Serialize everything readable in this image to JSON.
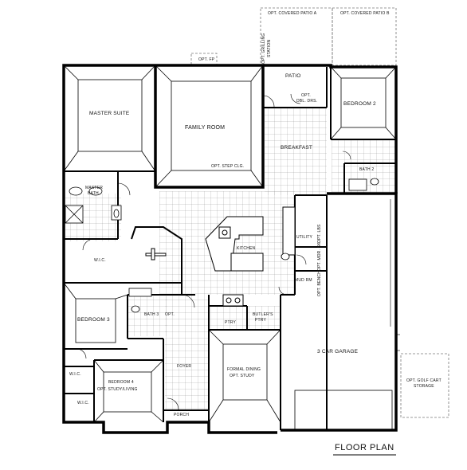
{
  "title": "FLOOR PLAN",
  "rooms": {
    "master_suite": "MASTER SUITE",
    "family_room": "FAMILY ROOM",
    "patio": "PATIO",
    "bedroom2": "BEDROOM 2",
    "breakfast": "BREAKFAST",
    "bath2": "BATH 2",
    "master_bath_1": "MASTER",
    "master_bath_2": "BATH",
    "wic_master": "W.I.C.",
    "kitchen": "KITCHEN",
    "utility": "UTILITY",
    "mud_rm": "MUD RM",
    "bedroom3": "BEDROOM 3",
    "bath3": "BATH 3",
    "butlers_1": "BUTLER'S",
    "butlers_2": "PTRY",
    "ptry": "PTRY",
    "garage": "3 CAR GARAGE",
    "foyer": "FOYER",
    "formal_1": "FORMAL DINING",
    "formal_2": "OPT. STUDY",
    "wic_a": "W.I.C.",
    "wic_b": "W.I.C.",
    "bed4_1": "BEDROOM 4",
    "bed4_2": "OPT. STUDY/LIVING",
    "porch": "PORCH",
    "golf_1": "OPT. GOLF CART",
    "golf_2": "STORAGE"
  },
  "notes": {
    "opt_patio_a": "OPT. COVERED PATIO A",
    "opt_patio_b": "OPT. COVERED PATIO B",
    "opt_fp": "OPT. FP",
    "opt_grilling_1": "OPT. GRILLING",
    "opt_grilling_2": "STATION",
    "opt_dbl_1": "OPT.",
    "opt_dbl_2": "DBL. DRS.",
    "opt_step": "OPT. STEP CLG.",
    "opt_bath3": "OPT.",
    "opt_mdr": "OPT. MDR. SK.",
    "opt_bench": "OPT. BENCH",
    "opt_lbs": "OPT. LBS"
  }
}
